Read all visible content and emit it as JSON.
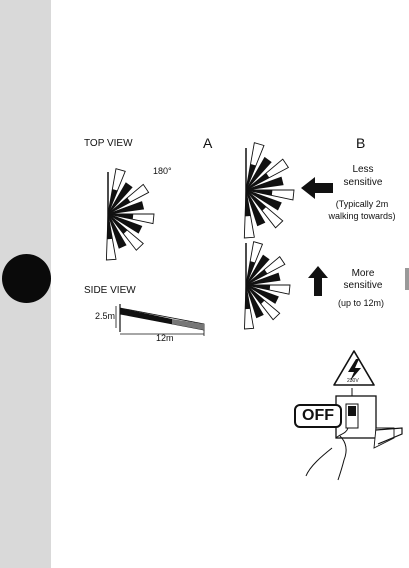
{
  "top_view": {
    "heading": "TOP VIEW",
    "angle_label": "180°"
  },
  "side_view": {
    "heading": "SIDE VIEW",
    "height_label": "2.5m",
    "distance_label": "12m"
  },
  "panel_a": {
    "letter": "A"
  },
  "panel_b": {
    "letter": "B",
    "less_line1": "Less",
    "less_line2": "sensitive",
    "less_note1": "(Typically 2m",
    "less_note2": "walking towards)",
    "more_line1": "More",
    "more_line2": "sensitive",
    "more_note": "(up to 12m)"
  },
  "switch_illustration": {
    "off_text": "OFF",
    "voltage_label": "230V"
  },
  "colors": {
    "sidebar": "#d9d9d9",
    "tab": "#0a0a0a"
  }
}
